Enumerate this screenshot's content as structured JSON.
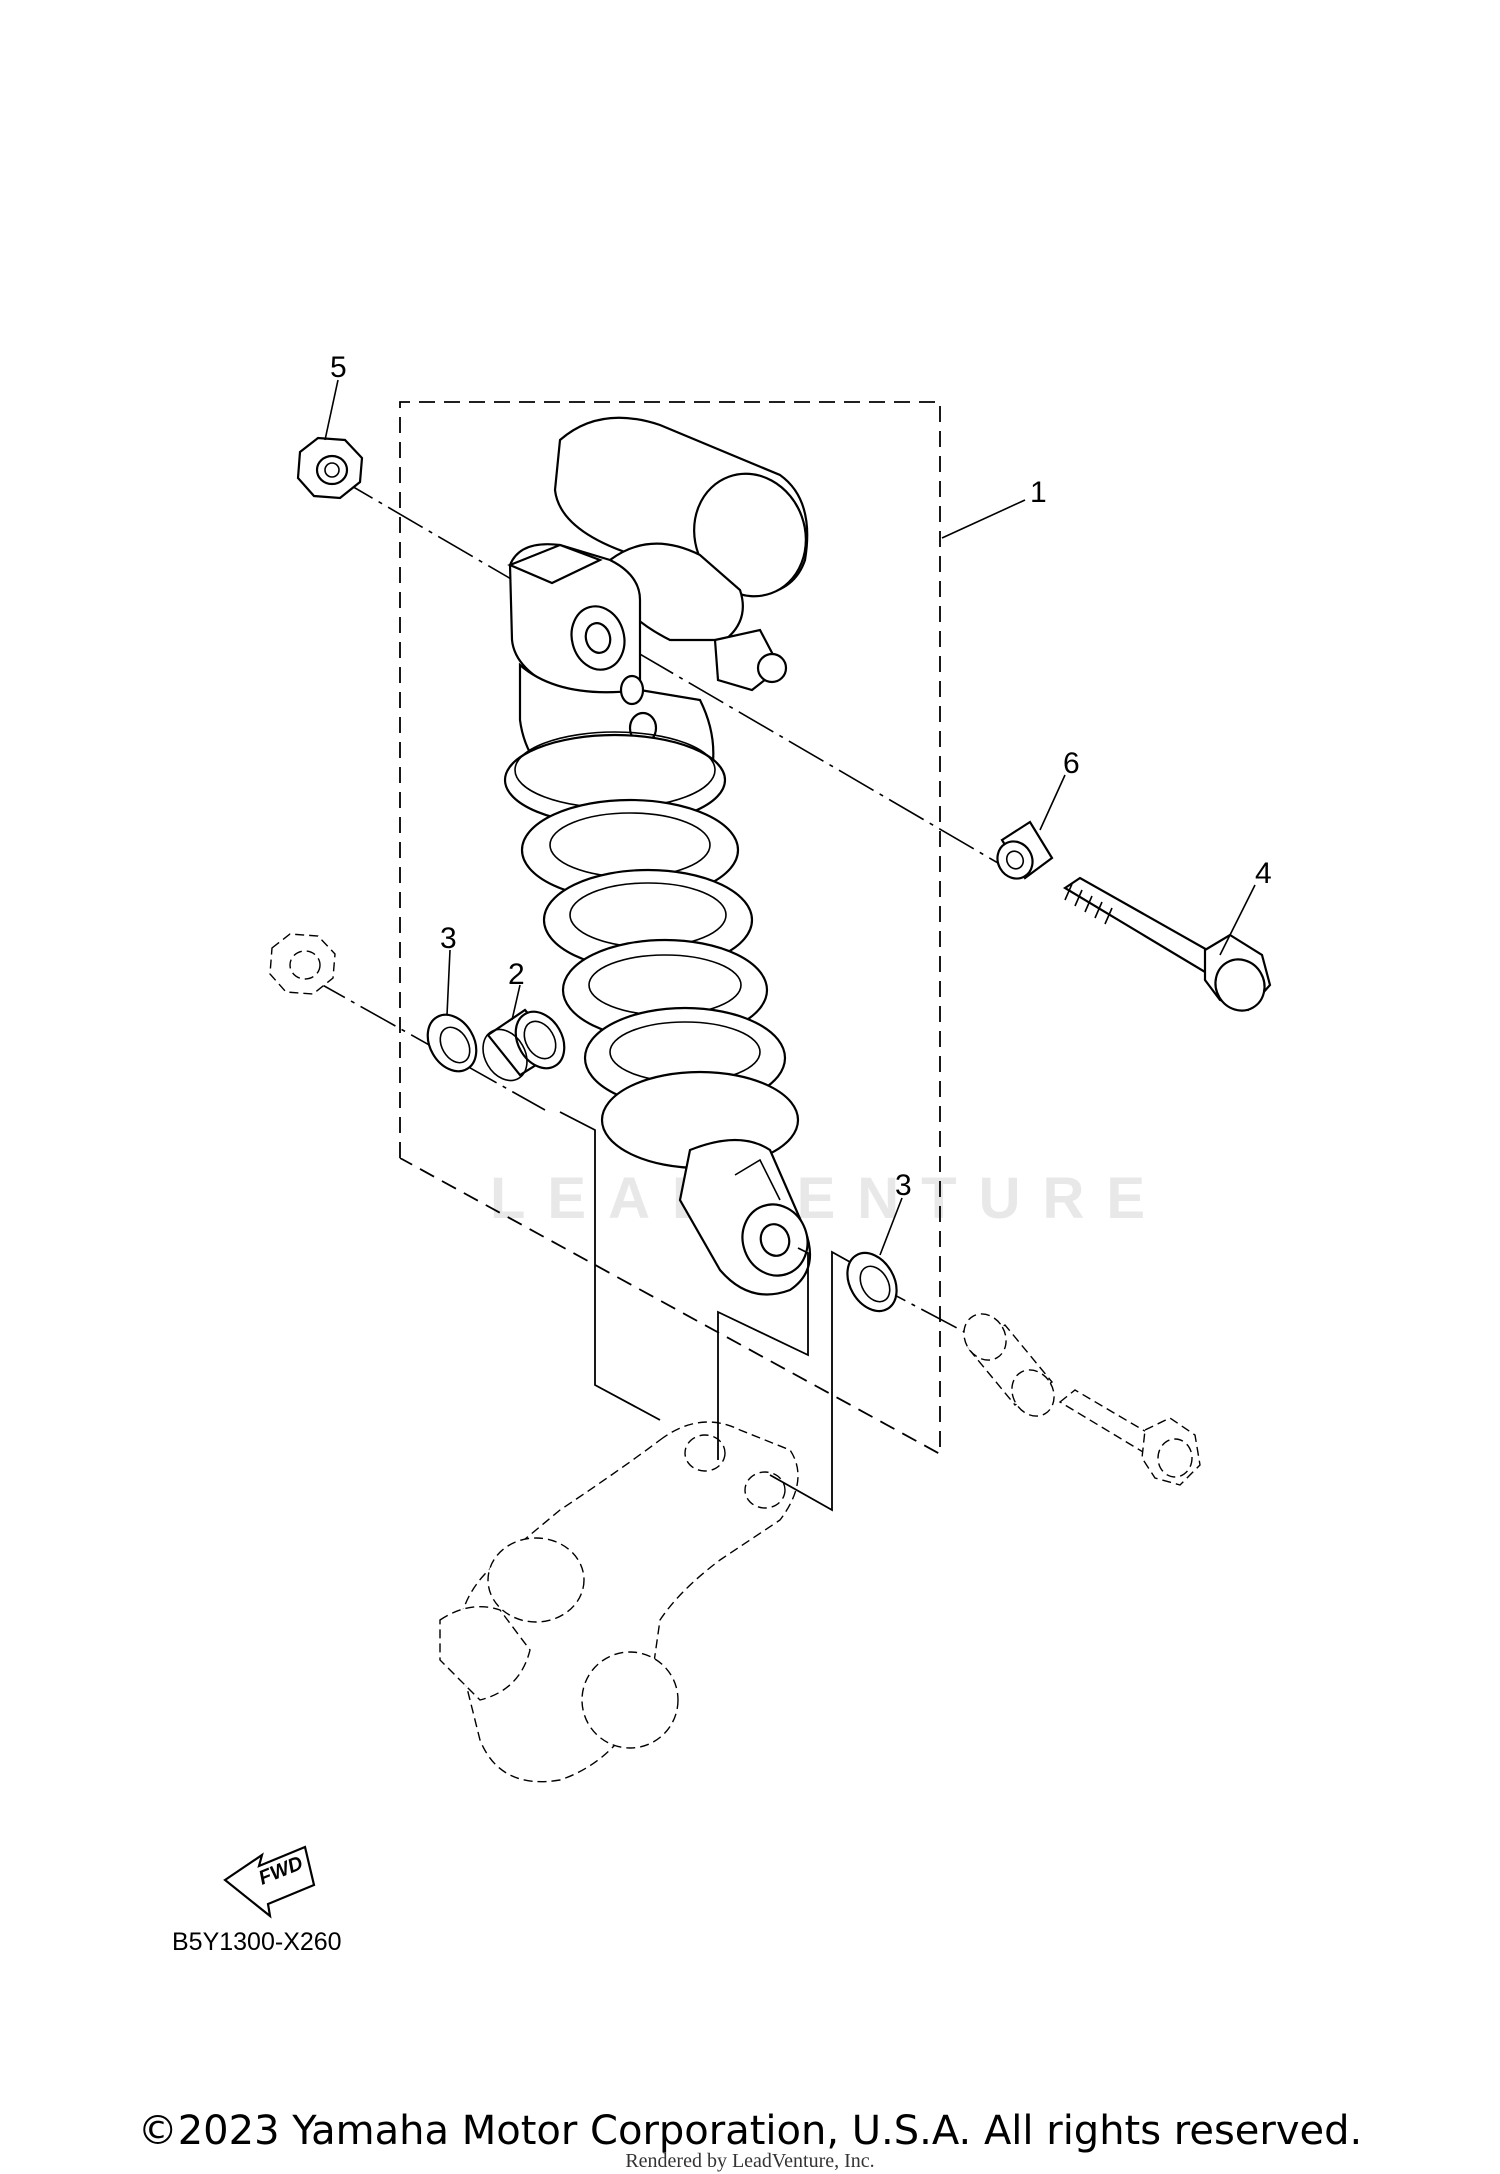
{
  "diagram": {
    "callouts": [
      "1",
      "2",
      "3",
      "3",
      "4",
      "5",
      "6"
    ],
    "fwd_label": "FWD",
    "diagram_code": "B5Y1300-X260",
    "watermark": "LEADVENTURE"
  },
  "footer": {
    "copyright": "©2023 Yamaha Motor Corporation, U.S.A. All rights reserved.",
    "rendered_by": "Rendered by LeadVenture, Inc."
  }
}
